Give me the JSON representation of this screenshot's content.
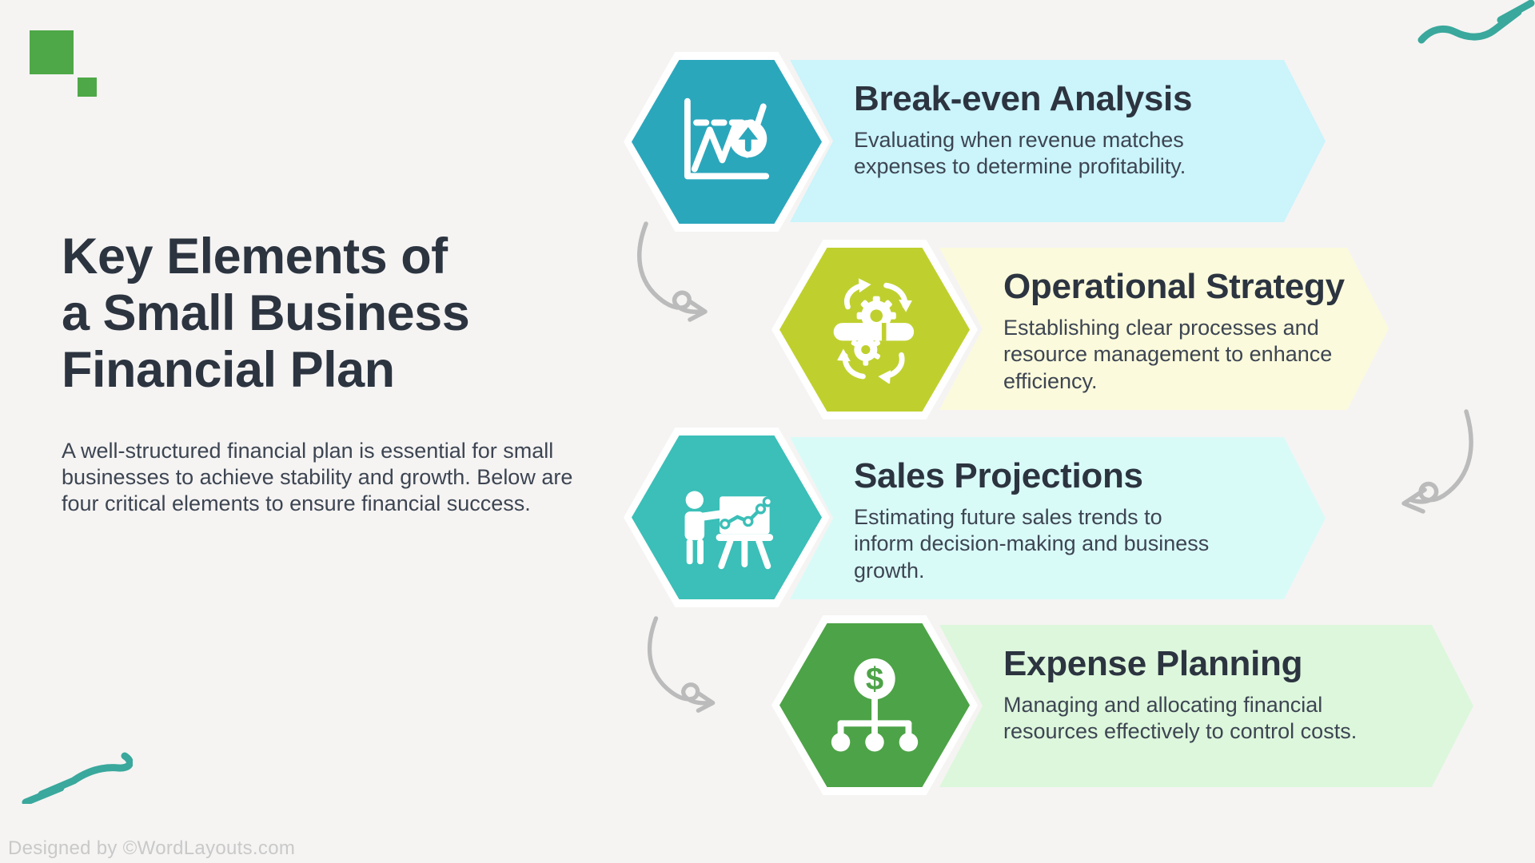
{
  "page": {
    "footer": "Designed by ©WordLayouts.com"
  },
  "intro": {
    "title_lines": [
      "Key Elements of",
      "a Small Business",
      "Financial Plan"
    ],
    "description": "A well-structured financial plan is essential for small businesses to achieve stability and growth. Below are four critical elements to ensure financial success."
  },
  "items": [
    {
      "title": "Break-even Analysis",
      "description": "Evaluating when revenue matches expenses to determine profitability.",
      "icon": "break-even-chart-icon",
      "hex_color": "#2BA7BC",
      "banner_color": "#CBF4FB"
    },
    {
      "title": "Operational Strategy",
      "description": "Establishing clear processes and resource management to enhance efficiency.",
      "icon": "gears-cycle-icon",
      "hex_color": "#BFD02E",
      "banner_color": "#FBFADC"
    },
    {
      "title": "Sales Projections",
      "description": "Estimating future sales trends to inform decision-making and business growth.",
      "icon": "presentation-chart-icon",
      "hex_color": "#3BBFB8",
      "banner_color": "#D9FBF8"
    },
    {
      "title": "Expense Planning",
      "description": "Managing and allocating financial resources effectively to control costs.",
      "icon": "dollar-hierarchy-icon",
      "hex_color": "#4DA347",
      "banner_color": "#DDF7DC"
    }
  ],
  "colors": {
    "bg": "#F5F4F3",
    "ink": "#2C3440",
    "body": "#3D4552",
    "footer": "#C9C9C9",
    "logo": "#4EA847",
    "squiggle": "#3AA89C",
    "arrow": "#BBBBBB"
  }
}
